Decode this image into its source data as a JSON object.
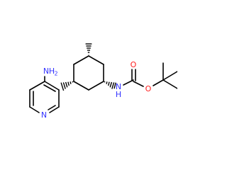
{
  "colors": {
    "bond": "#000000",
    "nitrogen": "#3333ff",
    "oxygen": "#ff2020",
    "background": "#ffffff"
  },
  "labels": {
    "amine_n": "N",
    "amine_h": "H",
    "amine_count": "2",
    "pyridine_n": "N",
    "carbamate_n": "N",
    "carbamate_h": "H",
    "carbonyl_o": "O",
    "ester_o": "O"
  }
}
